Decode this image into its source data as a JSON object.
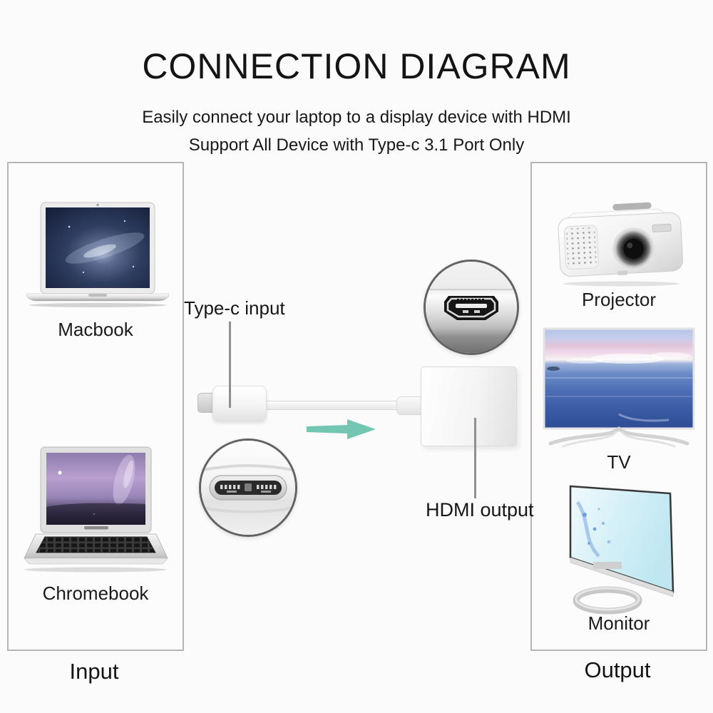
{
  "title": "CONNECTION DIAGRAM",
  "subtitle": {
    "line1": "Easily connect your laptop to a display device with HDMI",
    "line2": "Support All Device with Type-c 3.1 Port Only"
  },
  "input_panel": {
    "label": "Input",
    "devices": [
      {
        "id": "macbook",
        "label": "Macbook"
      },
      {
        "id": "chromebook",
        "label": "Chromebook"
      }
    ]
  },
  "output_panel": {
    "label": "Output",
    "devices": [
      {
        "id": "projector",
        "label": "Projector"
      },
      {
        "id": "tv",
        "label": "TV"
      },
      {
        "id": "monitor",
        "label": "Monitor"
      }
    ]
  },
  "adapter": {
    "input_label": "Type-c input",
    "output_label": "HDMI output"
  },
  "icons": {
    "arrow": "right-arrow",
    "typec_closeup": "usb-type-c-connector",
    "hdmi_closeup": "hdmi-port"
  },
  "colors": {
    "arrow": "#73c7b2",
    "panel_border": "#b5b5b5",
    "leader_line": "#8f8f8f",
    "text": "#161616",
    "background": "#fbfbfb"
  }
}
